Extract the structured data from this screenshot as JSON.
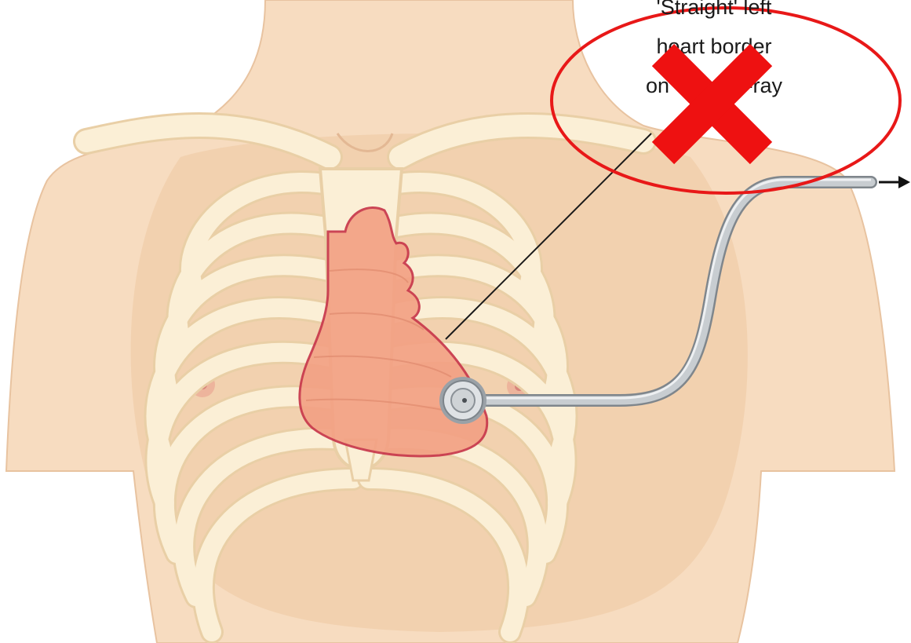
{
  "annotation": {
    "lines": [
      "'Straight' left",
      "heart border",
      "on chest X-ray"
    ]
  },
  "marks": {
    "cross_icon": "red-x-icon",
    "arrow_icon": "arrow-right-icon"
  },
  "colors": {
    "skin": "#f7dcc0",
    "skin_shadow": "#efc7a2",
    "bone": "#fbefd6",
    "bone_edge": "#e9cfa6",
    "heart": "#f3a184",
    "heart_edge": "#c8374b",
    "cross": "#ee1111",
    "ellipse": "#e81818",
    "tube": "#b9bec3"
  }
}
